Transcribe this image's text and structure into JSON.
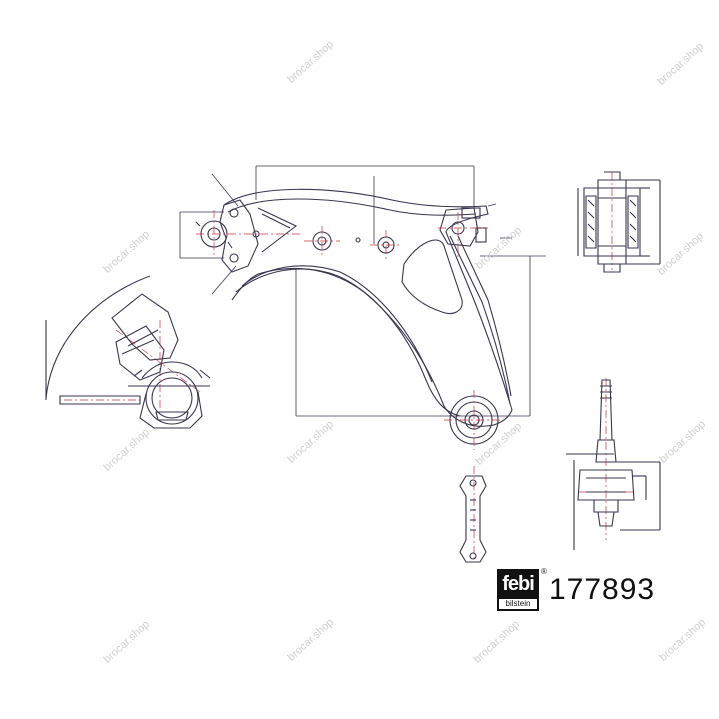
{
  "brand": {
    "logo_main": "febi",
    "logo_sub": "bilstein",
    "registered_mark": "®"
  },
  "part_number": "177893",
  "watermark": {
    "text": "brocar.shop",
    "color": "#c8c8c8"
  },
  "colors": {
    "line": "#3a3550",
    "centerline": "#d0303c",
    "ink": "#111111"
  }
}
